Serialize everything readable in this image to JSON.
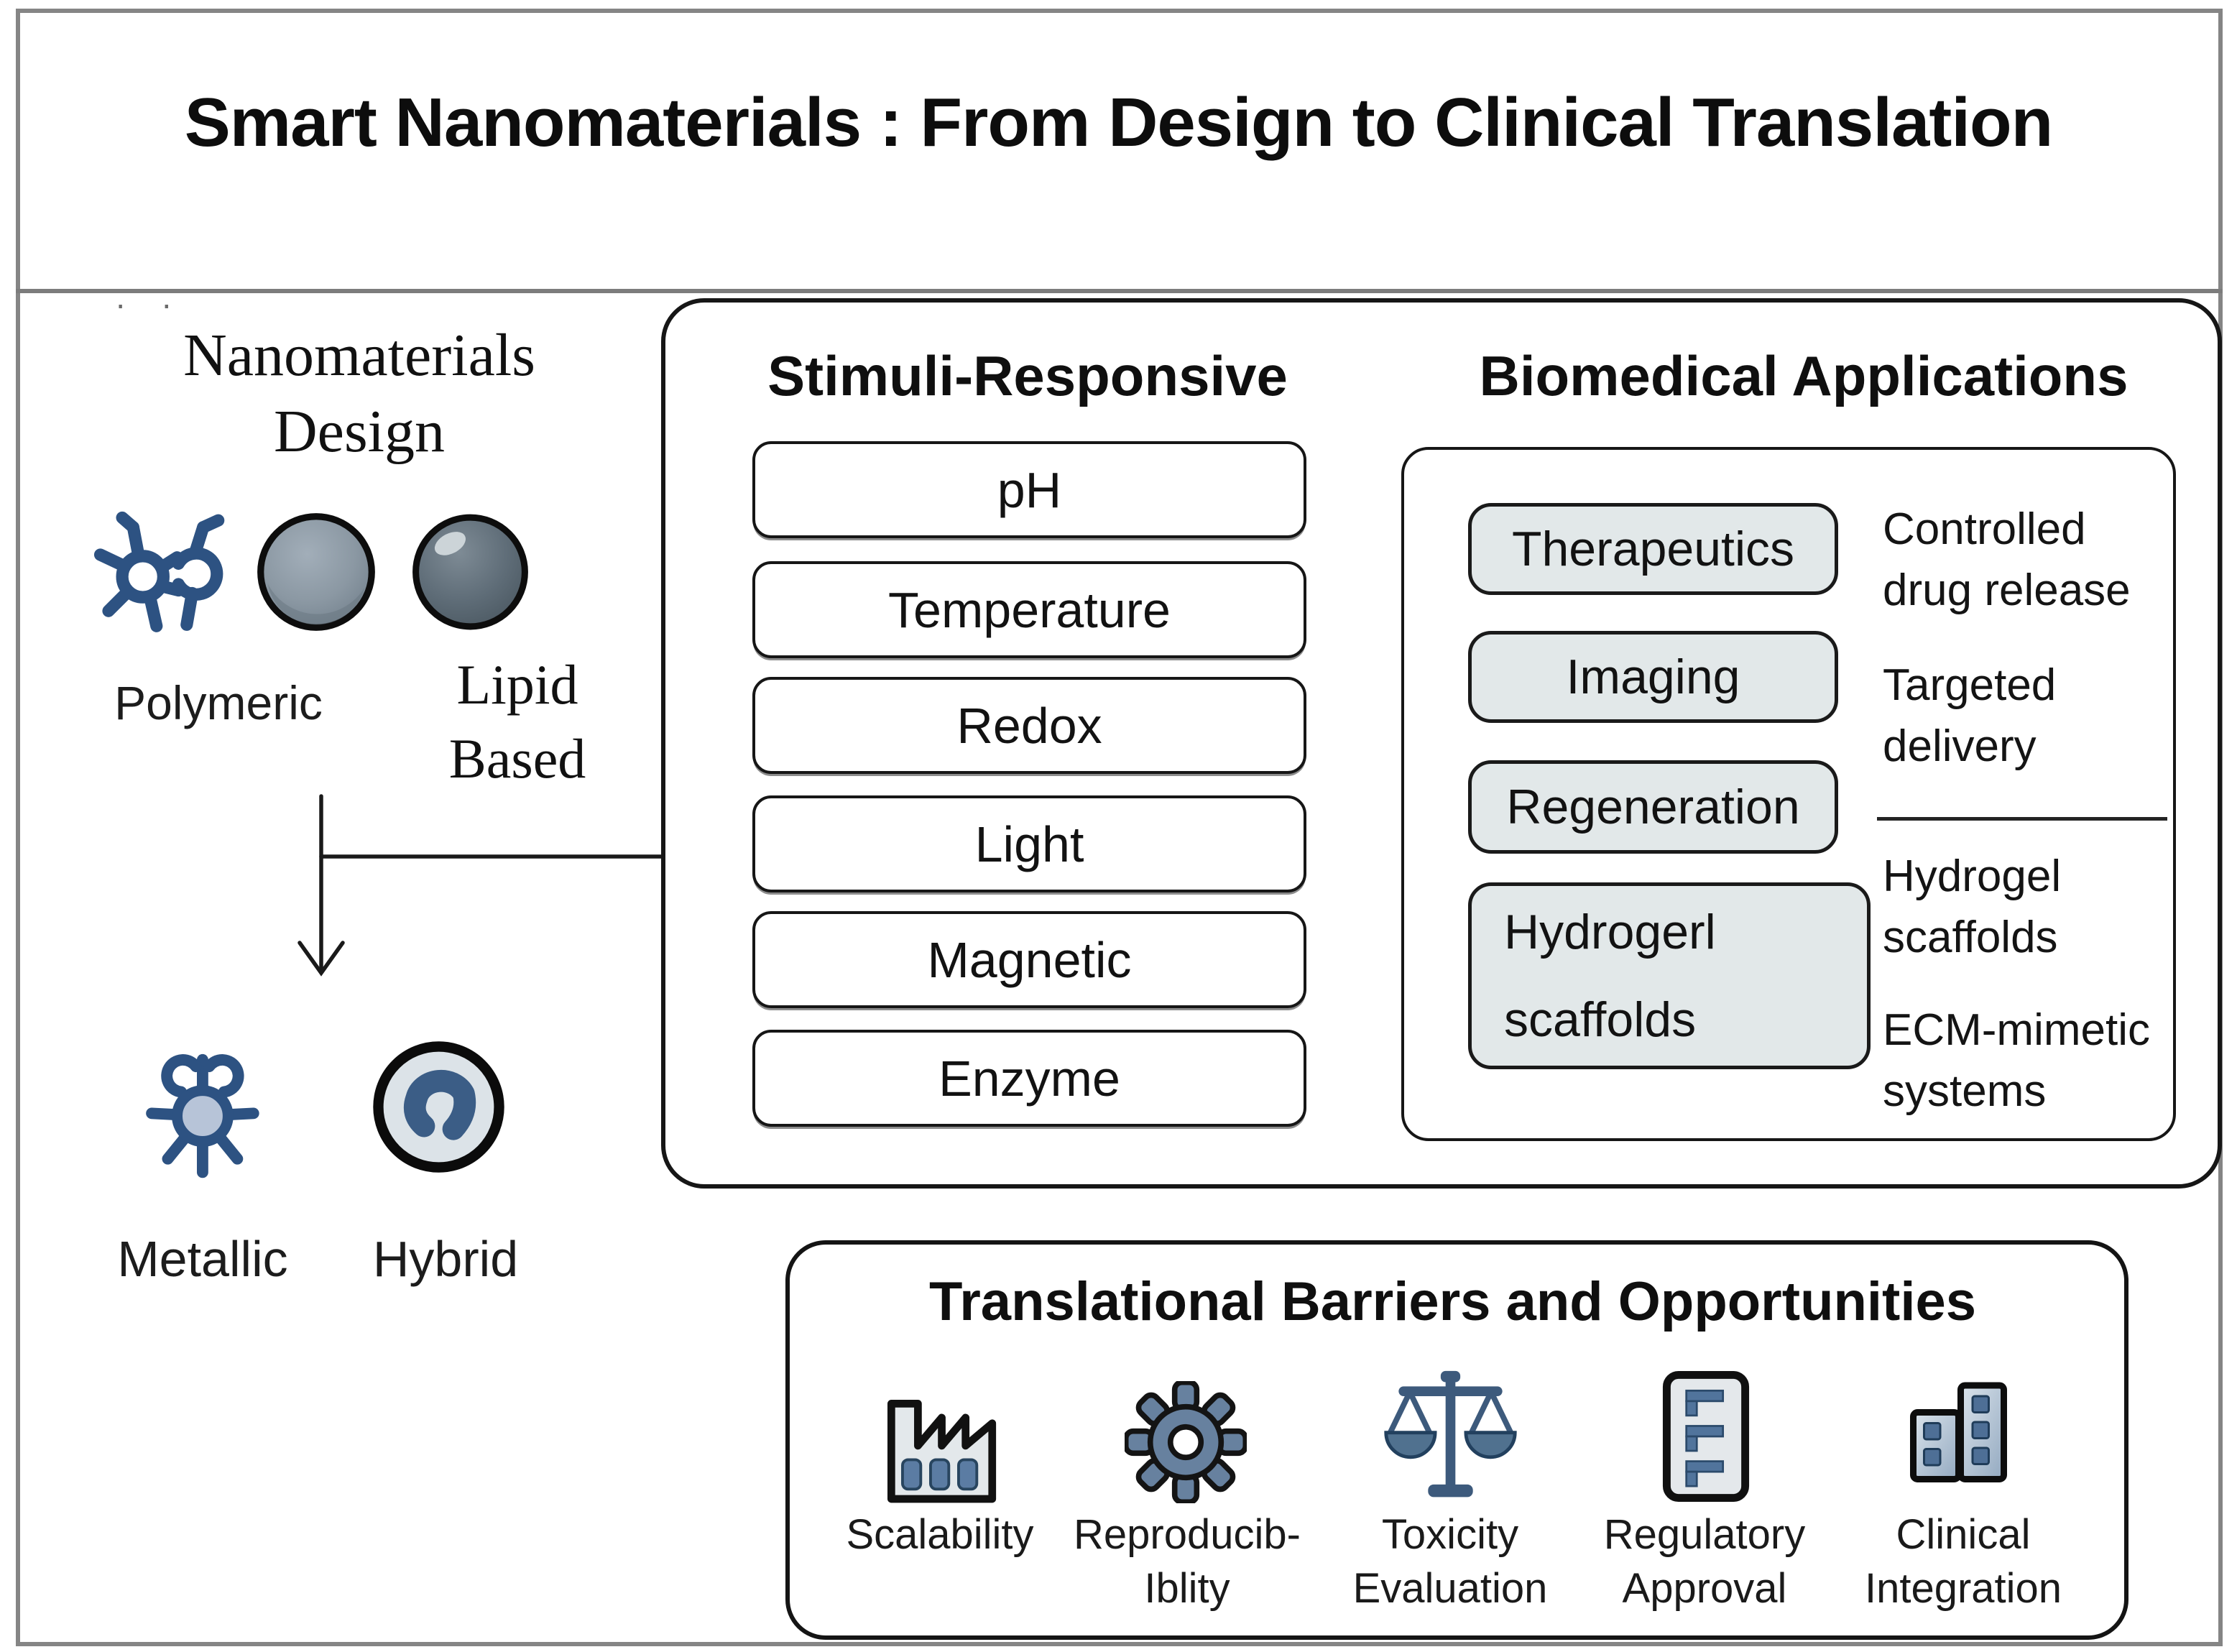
{
  "title": "Smart Nanomaterials : From Design to Clinical Translation",
  "design": {
    "heading": "Nanomaterials\nDesign",
    "artifact_dots": "· ·",
    "polymeric_label": "Polymeric",
    "lipid_label": "Lipid\nBased",
    "metallic_label": "Metallic",
    "hybrid_label": "Hybrid"
  },
  "stimuli": {
    "heading": "Stimuli-Responsive",
    "items": [
      "pH",
      "Temperature",
      "Redox",
      "Light",
      "Magnetic",
      "Enzyme"
    ]
  },
  "biomedical": {
    "heading": "Biomedical Applications",
    "chips": [
      "Therapeutics",
      "Imaging",
      "Regeneration",
      "Hydrogerl\nscaffolds"
    ],
    "annotations": [
      "Controlled\ndrug release",
      "Targeted\ndelivery",
      "Hydrogel\nscaffolds",
      "ECM-mimetic\nsystems"
    ]
  },
  "barriers": {
    "heading": "Translational Barriers and Opportunities",
    "items": [
      {
        "icon": "factory-icon",
        "label": "Scalability"
      },
      {
        "icon": "gear-icon",
        "label": "Reproducib-\nIblity"
      },
      {
        "icon": "scales-icon",
        "label": "Toxicity\nEvaluation"
      },
      {
        "icon": "document-icon",
        "label": "Regulatory\nApproval"
      },
      {
        "icon": "buildings-icon",
        "label": "Clinical\nIntegration"
      }
    ]
  },
  "colors": {
    "frame_gray": "#858585",
    "line_black": "#1a1a1a",
    "icon_blue": "#2d5282",
    "steel_blue": "#67819f",
    "slate_blue": "#3d5a7c",
    "chip_fill": "#e2e8e9",
    "panel_fill": "#e3e8eb",
    "window_blue": "#5b7ca3"
  }
}
